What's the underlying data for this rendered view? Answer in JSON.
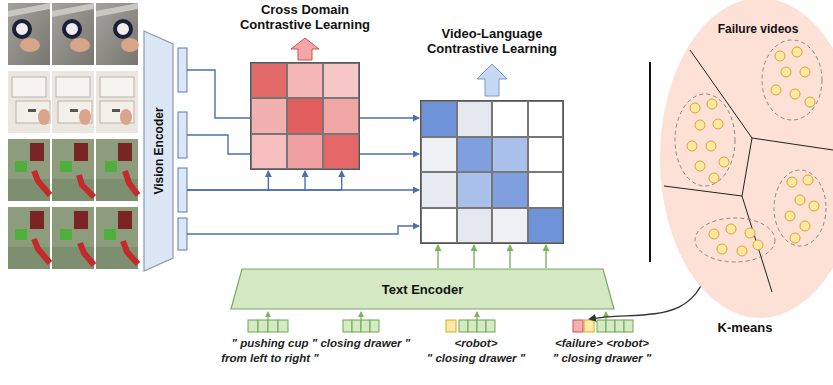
{
  "diagram": {
    "nodes": [
      {
        "text": [
          "Vision Encoder"
        ]
      },
      {
        "text": [
          "Cross Domain Contrastive Learning"
        ]
      },
      {
        "text": [
          "Video-Language Contrastive Learning"
        ]
      },
      {
        "text": [
          "Text Encoder"
        ]
      },
      {
        "text": [
          "Failure videos"
        ]
      }
    ],
    "edges": [
      {
        "from": 0,
        "to": 1,
        "arrow": "to"
      },
      {
        "from": 0,
        "to": 2,
        "arrow": "to"
      },
      {
        "from": 3,
        "to": 2,
        "arrow": "to"
      }
    ],
    "labels": [
      "\" pushing cup",
      "from left to right \"",
      "\" closing drawer \"",
      "<robot>",
      "\" closing drawer \"",
      "<failure> <robot>",
      "\" closing drawer \"",
      "K-means"
    ]
  }
}
